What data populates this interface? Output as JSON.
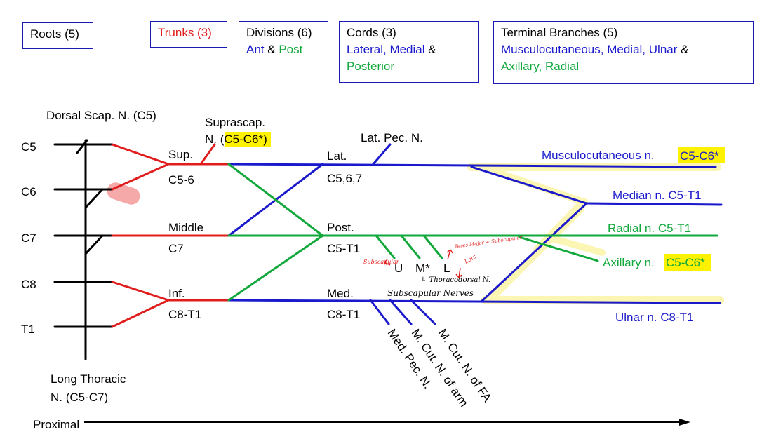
{
  "colors": {
    "blue": "#1a1acc",
    "red": "#e01c1c",
    "green": "#12a83c",
    "black": "#000000",
    "highlight": "#fff200",
    "glow": "#fbf6b4",
    "blob": "#f39a9a",
    "box_border": "#1a1ab5"
  },
  "header": {
    "roots": {
      "title": "Roots (5)"
    },
    "trunks": {
      "title": "Trunks (3)"
    },
    "divisions": {
      "title": "Divisions (6)",
      "ant": "Ant",
      "amp": "&",
      "post": "Post"
    },
    "cords": {
      "title": "Cords (3)",
      "lateral": "Lateral,",
      "medial": "Medial",
      "amp": "&",
      "posterior": "Posterior"
    },
    "terminal": {
      "title": "Terminal Branches (5)",
      "musculo": "Musculocutaneous,",
      "medial": "Medial,",
      "ulnar": "Ulnar",
      "amp": "&",
      "axillary": "Axillary,",
      "radial": "Radial"
    }
  },
  "roots": [
    "C5",
    "C6",
    "C7",
    "C8",
    "T1"
  ],
  "root_branches": {
    "dorsal_scap": "Dorsal Scap. N. (C5)",
    "long_thoracic_1": "Long Thoracic",
    "long_thoracic_2": "N. (C5-C7)"
  },
  "trunks": {
    "sup_name": "Sup.",
    "sup_levels": "C5-6",
    "mid_name": "Middle",
    "mid_levels": "C7",
    "inf_name": "Inf.",
    "inf_levels": "C8-T1"
  },
  "suprascap": {
    "line1": "Suprascap.",
    "line2_prefix": "N. (",
    "line2_hl": "C5-C6*",
    "line2_suffix": ")"
  },
  "cords": {
    "lat_name": "Lat.",
    "lat_levels": "C5,6,7",
    "post_name": "Post.",
    "post_levels": "C5-T1",
    "med_name": "Med.",
    "med_levels": "C8-T1"
  },
  "lat_pec": "Lat. Pec. N.",
  "subscap": {
    "u": "U",
    "m": "M*",
    "l": "L",
    "thoracodorsal": "↳ Thoracodorsal N.",
    "nerves": "Subscapular Nerves",
    "subscapular": "Subscapular",
    "teres": "Teres Major + Subscapular",
    "lats": "Lats"
  },
  "medial_branches": [
    "Med. Pec. N.",
    "M. Cut. N. of arm",
    "M. Cut. N. of FA"
  ],
  "terminal_nerves": {
    "musculo": "Musculocutaneous n.",
    "musculo_hl": "C5-C6*",
    "median": "Median n.  C5-T1",
    "radial": "Radial n.  C5-T1",
    "axillary": "Axillary n.",
    "axillary_hl": "C5-C6*",
    "ulnar": "Ulnar n. C8-T1"
  },
  "axis": {
    "label": "Proximal"
  }
}
